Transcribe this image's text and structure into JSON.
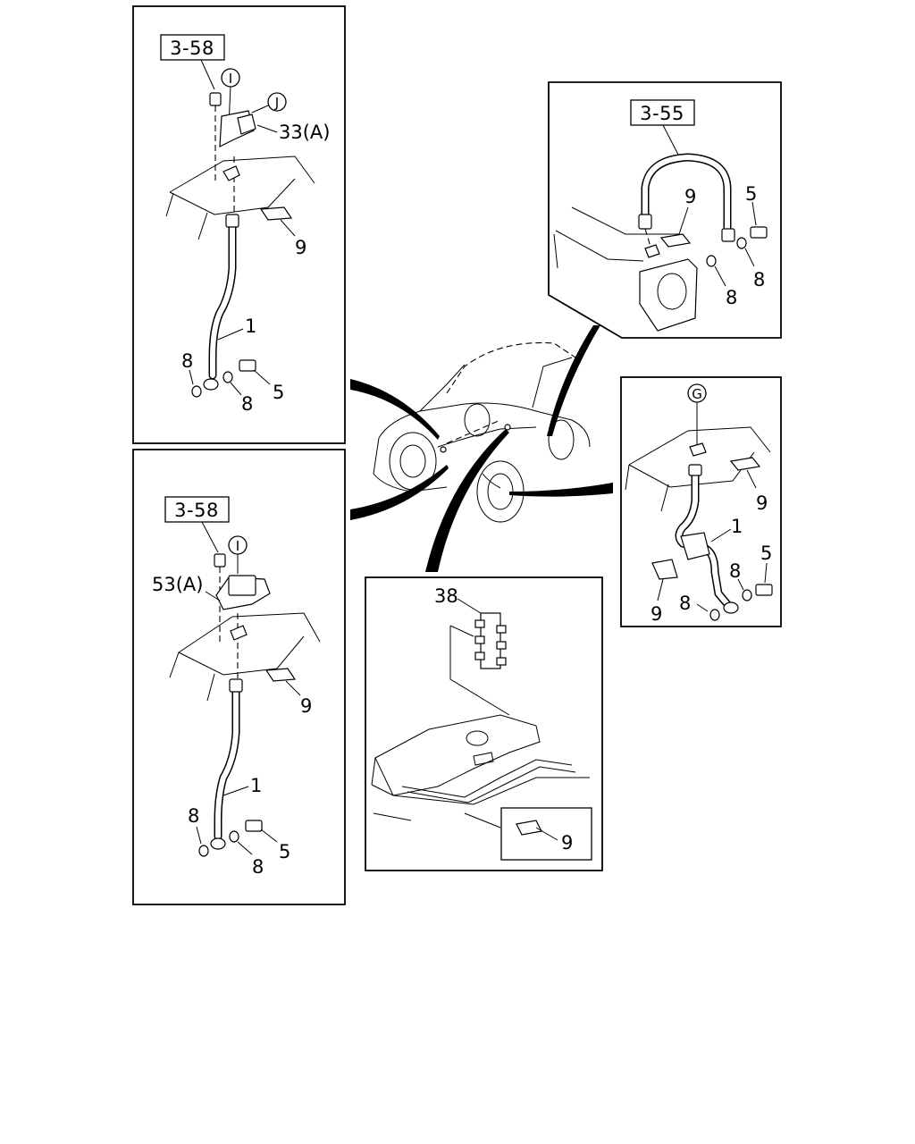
{
  "diagram": {
    "ref_boxes": {
      "top_left": "3-58",
      "bottom_left": "3-58",
      "top_right": "3-55"
    },
    "callouts": {
      "tl_hose": "1",
      "tl_bracket": "33(A)",
      "tl_clip": "9",
      "tl_washer_left": "8",
      "tl_washer_right": "8",
      "tl_bolt": "5",
      "bl_hose": "1",
      "bl_bracket": "53(A)",
      "bl_clip": "9",
      "bl_washer_left": "8",
      "bl_washer_right": "8",
      "bl_bolt": "5",
      "tr_clip": "9",
      "tr_bolt": "5",
      "tr_washer_a": "8",
      "tr_washer_b": "8",
      "mr_hose": "1",
      "mr_clip_top": "9",
      "mr_clip_bottom": "9",
      "mr_washer_a": "8",
      "mr_washer_b": "8",
      "mr_bolt": "5",
      "bc_junction": "38",
      "bc_clip": "9"
    },
    "circle_markers": {
      "tl_i": "I",
      "tl_j": "J",
      "bl_i": "I",
      "mr_g": "G"
    }
  }
}
